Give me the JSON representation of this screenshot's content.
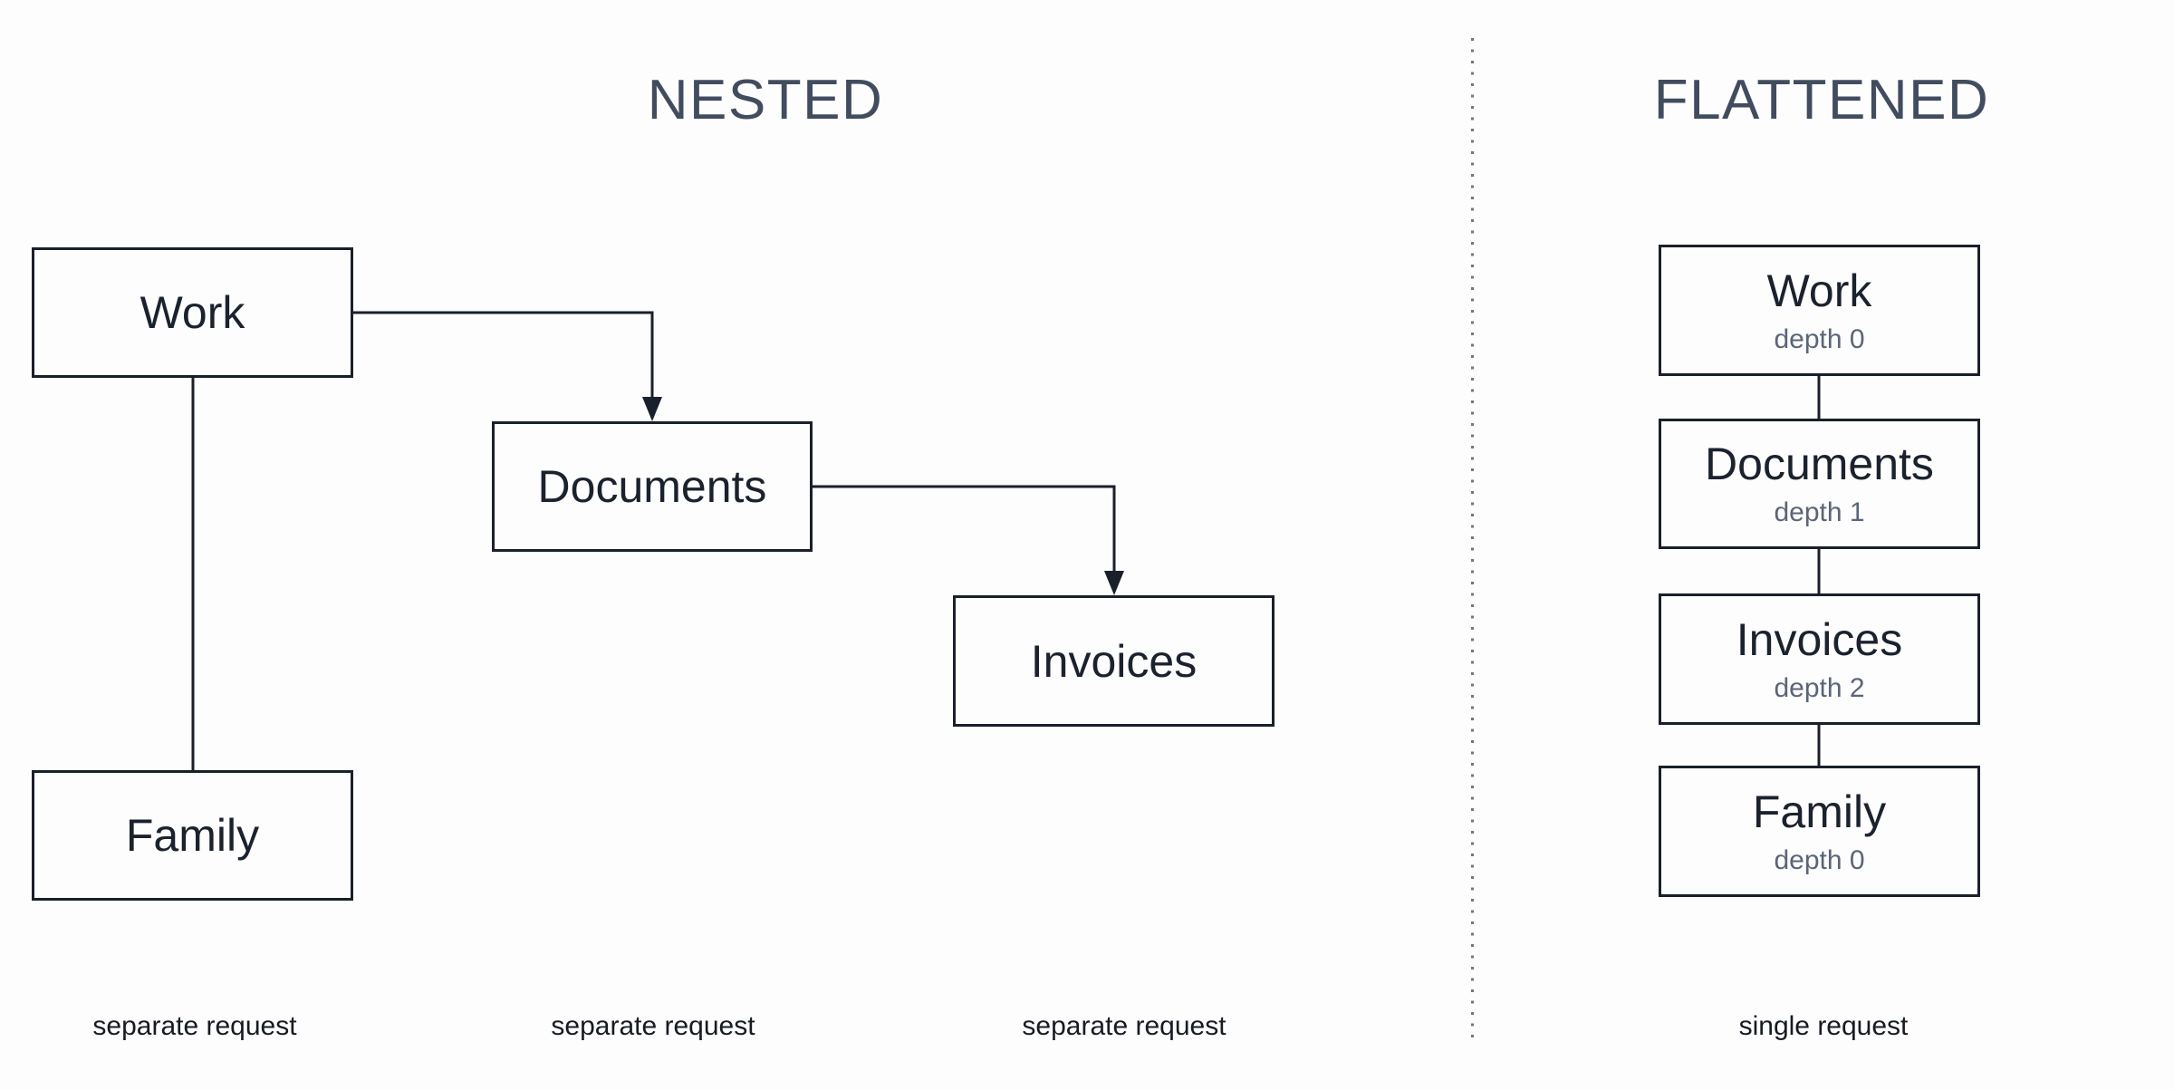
{
  "colors": {
    "page_bg": "#fdfdfd",
    "box_bg": "#fdfdfd",
    "box_border": "#1a202b",
    "line": "#1a202b",
    "box_label": "#1b222e",
    "title": "#414c5f",
    "depth_text": "#5b6578",
    "footnote": "#161b24",
    "divider_dot": "#6f7684"
  },
  "nested": {
    "title": "NESTED",
    "nodes": [
      {
        "label": "Work"
      },
      {
        "label": "Documents"
      },
      {
        "label": "Invoices"
      },
      {
        "label": "Family"
      }
    ],
    "footnotes": [
      "separate request",
      "separate request",
      "separate request"
    ]
  },
  "flattened": {
    "title": "FLATTENED",
    "nodes": [
      {
        "label": "Work",
        "depth": "depth 0"
      },
      {
        "label": "Documents",
        "depth": "depth 1"
      },
      {
        "label": "Invoices",
        "depth": "depth 2"
      },
      {
        "label": "Family",
        "depth": "depth 0"
      }
    ],
    "footnote": "single request"
  }
}
